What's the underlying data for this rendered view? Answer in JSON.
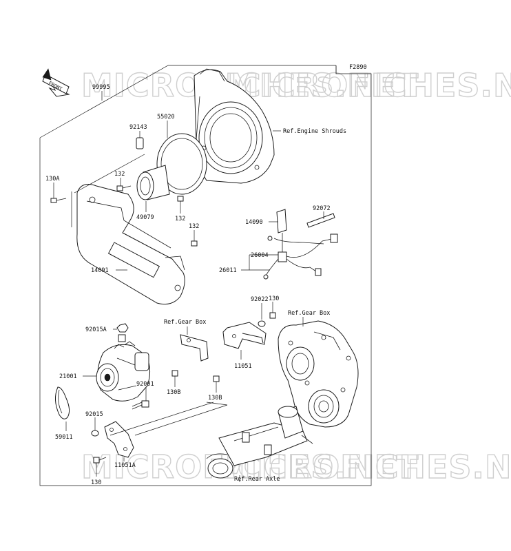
{
  "diagram": {
    "figure_code": "F2890",
    "front_label": "FRONT",
    "watermark": "MICROFICHES.NET",
    "labels": {
      "l99995": "99995",
      "l55020": "55020",
      "l92143": "92143",
      "l130A": "130A",
      "l132a": "132",
      "l132b": "132",
      "l132c": "132",
      "l49079": "49079",
      "l14091": "14091",
      "l14090": "14090",
      "l92072": "92072",
      "l26004": "26004",
      "l26011": "26011",
      "l92022": "92022",
      "l130a": "130",
      "l130b": "130",
      "l92015A": "92015A",
      "l21001": "21001",
      "l92001": "92001",
      "l92015": "92015",
      "l59011": "59011",
      "l11051A": "11051A",
      "l11051": "11051",
      "l130B1": "130B",
      "l130B2": "130B"
    },
    "refs": {
      "engine_shrouds": "Ref.Engine Shrouds",
      "gear_box_left": "Ref.Gear Box",
      "gear_box_right": "Ref.Gear Box",
      "rear_axle": "Ref.Rear Axle"
    },
    "colors": {
      "line": "#1a1a1a",
      "watermark": "#cfcfcf",
      "background": "#ffffff"
    }
  }
}
